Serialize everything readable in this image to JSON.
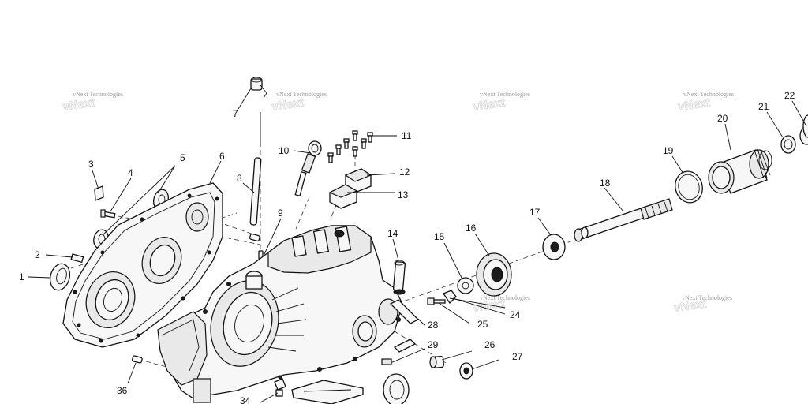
{
  "diagram": {
    "watermark_text": "vNext Technologies",
    "watermarks": [
      "vNext Technologies",
      "vNext Technologies",
      "vNext Technologies",
      "vNext Technologies",
      "vNext Technologies",
      "vNext Technologies"
    ],
    "callouts": [
      "1",
      "2",
      "3",
      "4",
      "5",
      "6",
      "7",
      "8",
      "9",
      "10",
      "11",
      "12",
      "13",
      "14",
      "15",
      "16",
      "17",
      "18",
      "19",
      "20",
      "21",
      "22",
      "24",
      "25",
      "26",
      "27",
      "28",
      "29",
      "34",
      "36"
    ]
  }
}
